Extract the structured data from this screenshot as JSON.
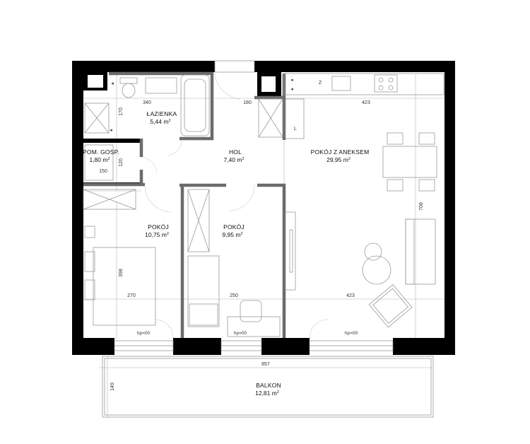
{
  "rooms": {
    "bathroom": {
      "name": "ŁAZIENKA",
      "area": "5,44 m",
      "unit_sup": "2"
    },
    "storage": {
      "name": "POM. GOSP.",
      "area": "1,80 m",
      "unit_sup": "2"
    },
    "hall": {
      "name": "HOL",
      "area": "7,40 m",
      "unit_sup": "2"
    },
    "living": {
      "name": "POKÓJ Z ANEKSEM",
      "area": "29,95 m",
      "unit_sup": "2"
    },
    "room1": {
      "name": "POKÓJ",
      "area": "10,75 m",
      "unit_sup": "2"
    },
    "room2": {
      "name": "POKÓJ",
      "area": "9,95 m",
      "unit_sup": "2"
    },
    "balcony": {
      "name": "BALKON",
      "area": "12,81 m",
      "unit_sup": "2"
    }
  },
  "dimensions": {
    "d340": "340",
    "d180": "180",
    "d423_top": "423",
    "d170": "170",
    "d120": "120",
    "d150": "150",
    "d708": "708",
    "d398": "398",
    "d270": "270",
    "d250": "250",
    "d423_bottom": "423",
    "d857": "857",
    "d149": "149"
  },
  "window_labels": {
    "w1": "hp=00",
    "w2": "hp=00",
    "w3": "hp=00"
  },
  "symbols": {
    "kitchen_z": "Z",
    "kitchen_l": "L"
  }
}
